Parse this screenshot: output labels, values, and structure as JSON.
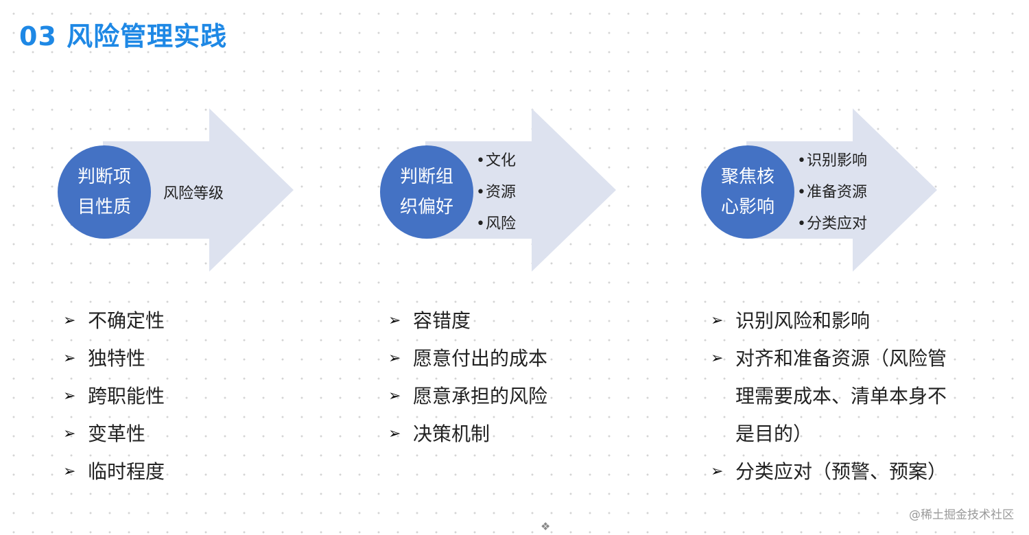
{
  "title": "03 风险管理实践",
  "stages": [
    {
      "circle": "判断项目性质",
      "arrow_text": "风险等级",
      "arrow_bullets": [],
      "list": [
        "不确定性",
        "独特性",
        "跨职能性",
        "变革性",
        "临时程度"
      ]
    },
    {
      "circle": "判断组织偏好",
      "arrow_text": "",
      "arrow_bullets": [
        "文化",
        "资源",
        "风险"
      ],
      "list": [
        "容错度",
        "愿意付出的成本",
        "愿意承担的风险",
        "决策机制"
      ]
    },
    {
      "circle": "聚焦核心影响",
      "arrow_text": "",
      "arrow_bullets": [
        "识别影响",
        "准备资源",
        "分类应对"
      ],
      "list": [
        "识别风险和影响",
        "对齐和准备资源（风险管理需要成本、清单本身不是目的）",
        "分类应对（预警、预案）"
      ]
    }
  ],
  "list_marker": "➢",
  "bullet_marker": "•",
  "watermark": "@稀土掘金技术社区",
  "colors": {
    "title": "#1e88e5",
    "circle": "#4472c4",
    "arrow": "#dde2ef"
  }
}
